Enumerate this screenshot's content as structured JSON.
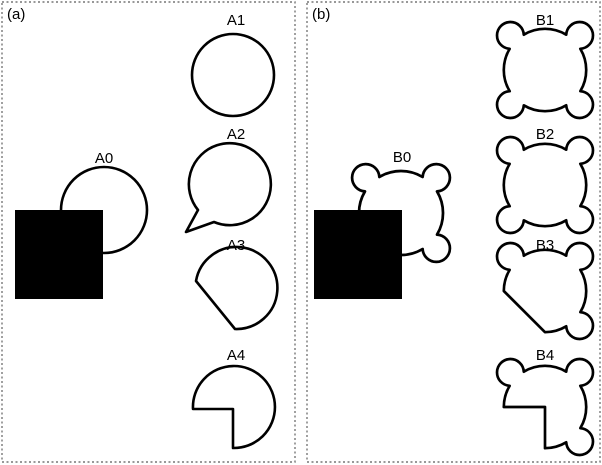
{
  "panels": [
    {
      "label": "(a)",
      "overlap_label": "A0",
      "results": [
        {
          "label": "A1"
        },
        {
          "label": "A2"
        },
        {
          "label": "A3"
        },
        {
          "label": "A4"
        }
      ]
    },
    {
      "label": "(b)",
      "overlap_label": "B0",
      "results": [
        {
          "label": "B1"
        },
        {
          "label": "B2"
        },
        {
          "label": "B3"
        },
        {
          "label": "B4"
        }
      ]
    }
  ],
  "colors": {
    "frame": "#777777",
    "stroke": "#000000",
    "fill": "#ffffff",
    "block": "#000000"
  }
}
